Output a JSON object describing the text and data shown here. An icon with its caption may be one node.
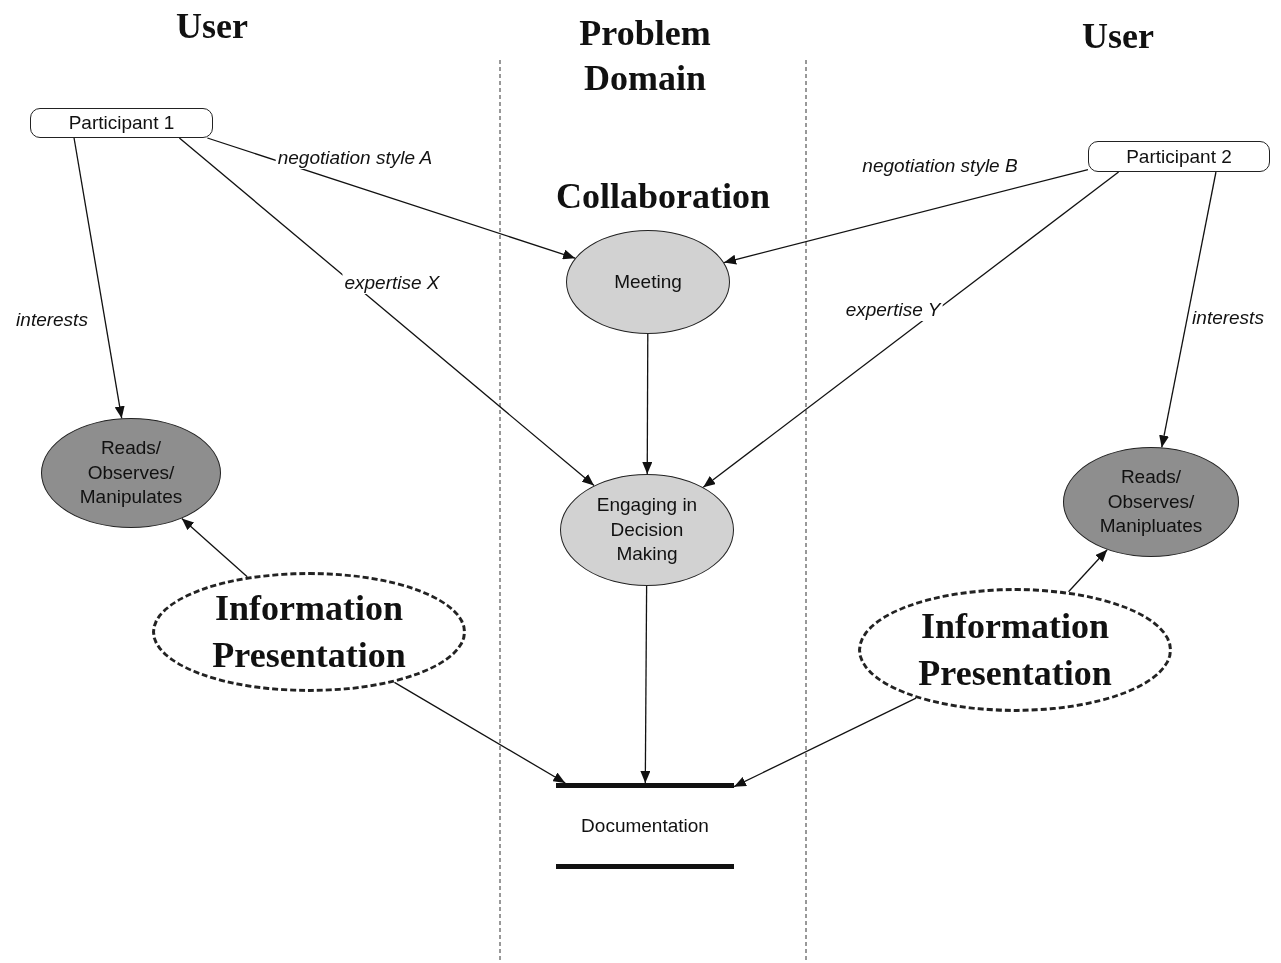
{
  "diagram": {
    "nodes": [
      {
        "text": [
          "Participant 1"
        ]
      },
      {
        "text": [
          "Participant 2"
        ]
      },
      {
        "text": [
          "Meeting"
        ]
      },
      {
        "text": [
          "Engaging in Decision Making"
        ]
      },
      {
        "text": [
          "Reads/ Observes/ Manipulates"
        ]
      },
      {
        "text": [
          "Reads/ Observes/ Manipluates"
        ]
      },
      {
        "text": [
          "Information Presentation"
        ]
      },
      {
        "text": [
          "Information Presentation"
        ]
      },
      {
        "text": [
          "Documentation"
        ]
      }
    ],
    "edges": [
      {
        "from": 0,
        "to": 2,
        "arrow": "to",
        "label": "negotiation style A"
      },
      {
        "from": 0,
        "to": 3,
        "arrow": "to",
        "label": "expertise X"
      },
      {
        "from": 0,
        "to": 4,
        "arrow": "to",
        "label": "interests"
      },
      {
        "from": 1,
        "to": 2,
        "arrow": "to",
        "label": "negotiation style B"
      },
      {
        "from": 1,
        "to": 3,
        "arrow": "to",
        "label": "expertise Y"
      },
      {
        "from": 1,
        "to": 5,
        "arrow": "to",
        "label": "interests"
      },
      {
        "from": 2,
        "to": 3,
        "arrow": "to"
      },
      {
        "from": 3,
        "to": 8,
        "arrow": "to"
      },
      {
        "from": 6,
        "to": 4,
        "arrow": "to"
      },
      {
        "from": 6,
        "to": 8,
        "arrow": "to"
      },
      {
        "from": 7,
        "to": 5,
        "arrow": "to"
      },
      {
        "from": 7,
        "to": 8,
        "arrow": "to"
      }
    ],
    "labels": [
      "User",
      "Problem Domain",
      "User",
      "Collaboration"
    ]
  }
}
